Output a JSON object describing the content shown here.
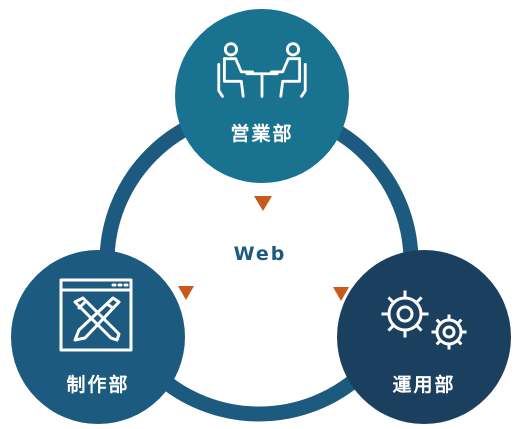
{
  "diagram": {
    "center_label": "Web",
    "nodes": [
      {
        "id": "sales",
        "label": "営業部",
        "icon": "meeting-icon",
        "color": "#1a7291"
      },
      {
        "id": "production",
        "label": "制作部",
        "icon": "design-tools-icon",
        "color": "#1d5a80"
      },
      {
        "id": "operations",
        "label": "運用部",
        "icon": "gears-icon",
        "color": "#1b3f5f"
      }
    ],
    "colors": {
      "ring": "#1d5a80",
      "arrow": "#c85a1c",
      "center_text": "#1d5a80"
    }
  }
}
